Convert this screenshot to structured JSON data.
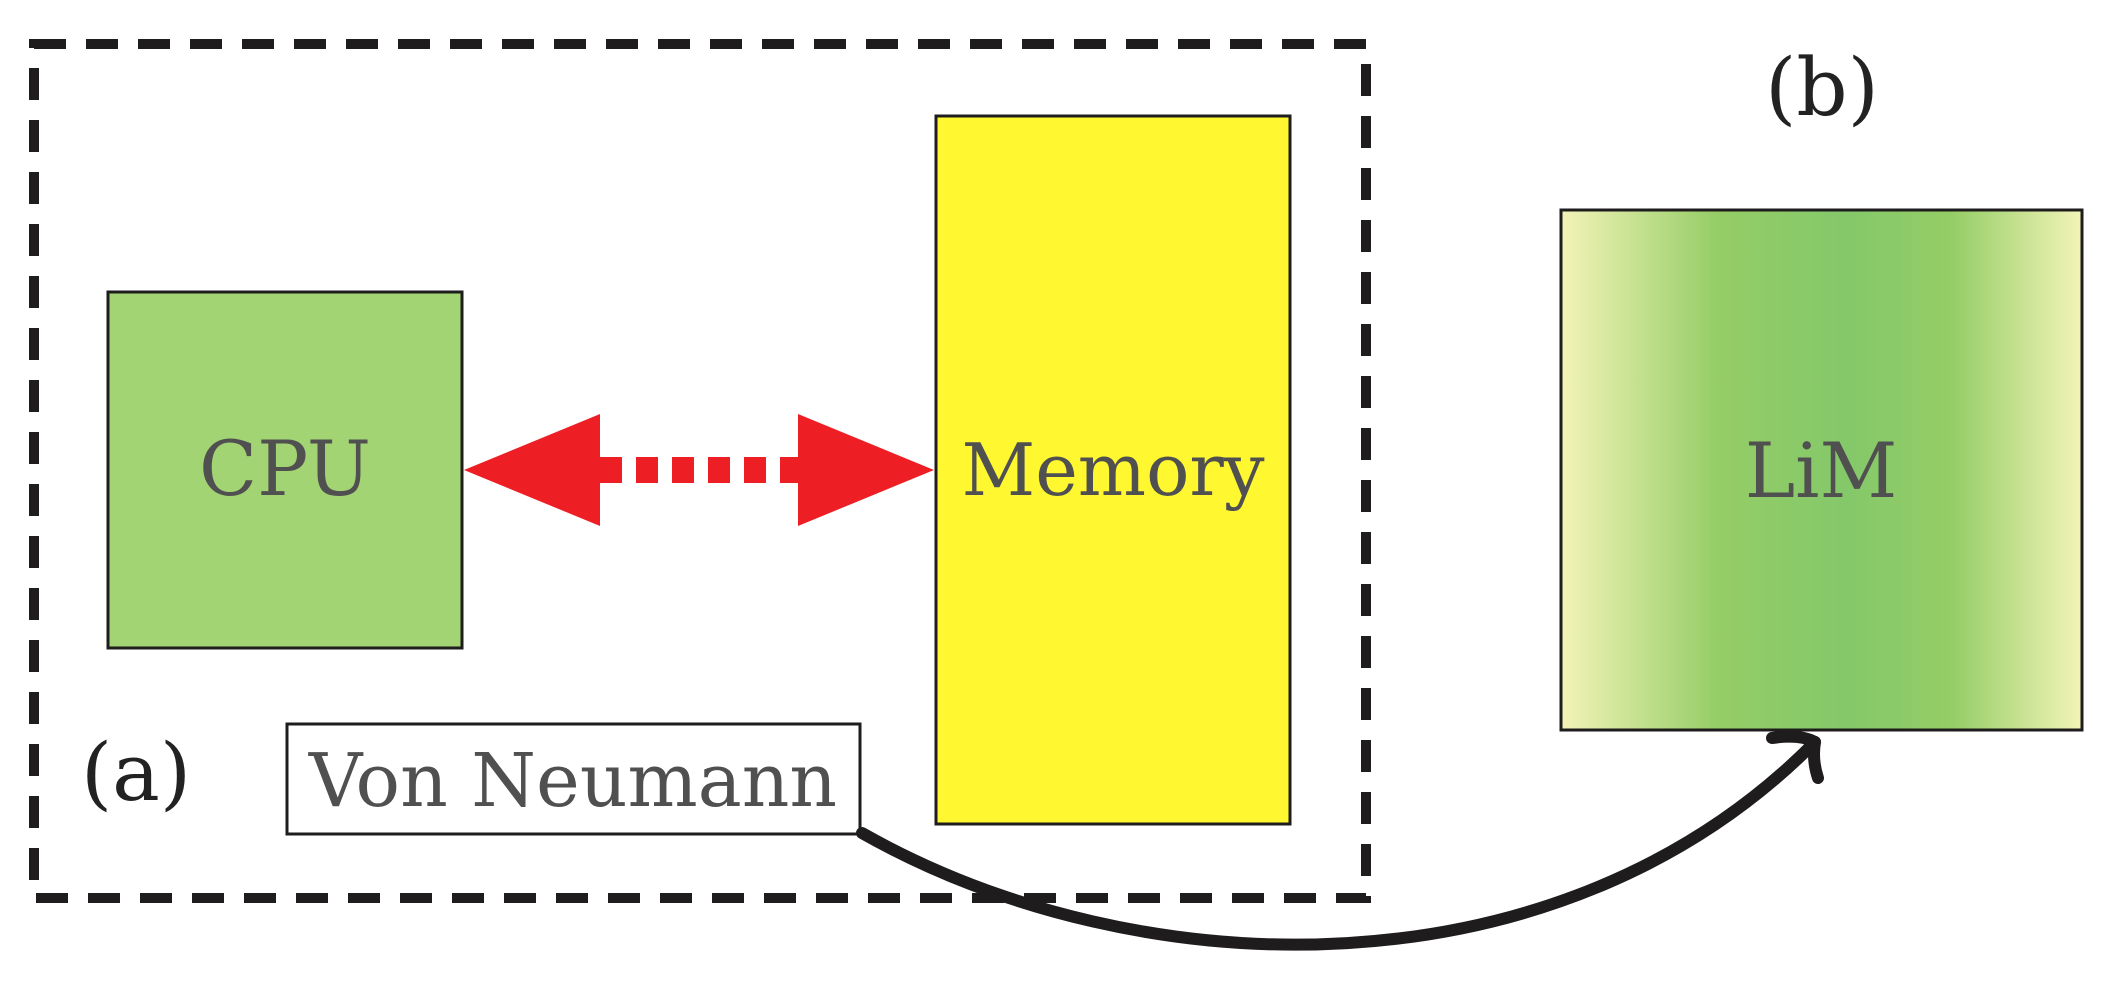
{
  "diagram": {
    "panel_a": {
      "label": "(a)",
      "cpu": {
        "label": "CPU",
        "color": "#a3d474"
      },
      "memory": {
        "label": "Memory",
        "color": "#fff730"
      },
      "arrow_color": "#ee1e25",
      "von_neumann_label": "Von Neumann"
    },
    "panel_b": {
      "label": "(b)",
      "lim": {
        "label": "LiM",
        "gradient_colors": [
          "#f3f4b8",
          "#95cd66",
          "#84c86a",
          "#95cd66",
          "#f3f4b8"
        ]
      }
    },
    "connector_color": "#1e1c1c"
  }
}
